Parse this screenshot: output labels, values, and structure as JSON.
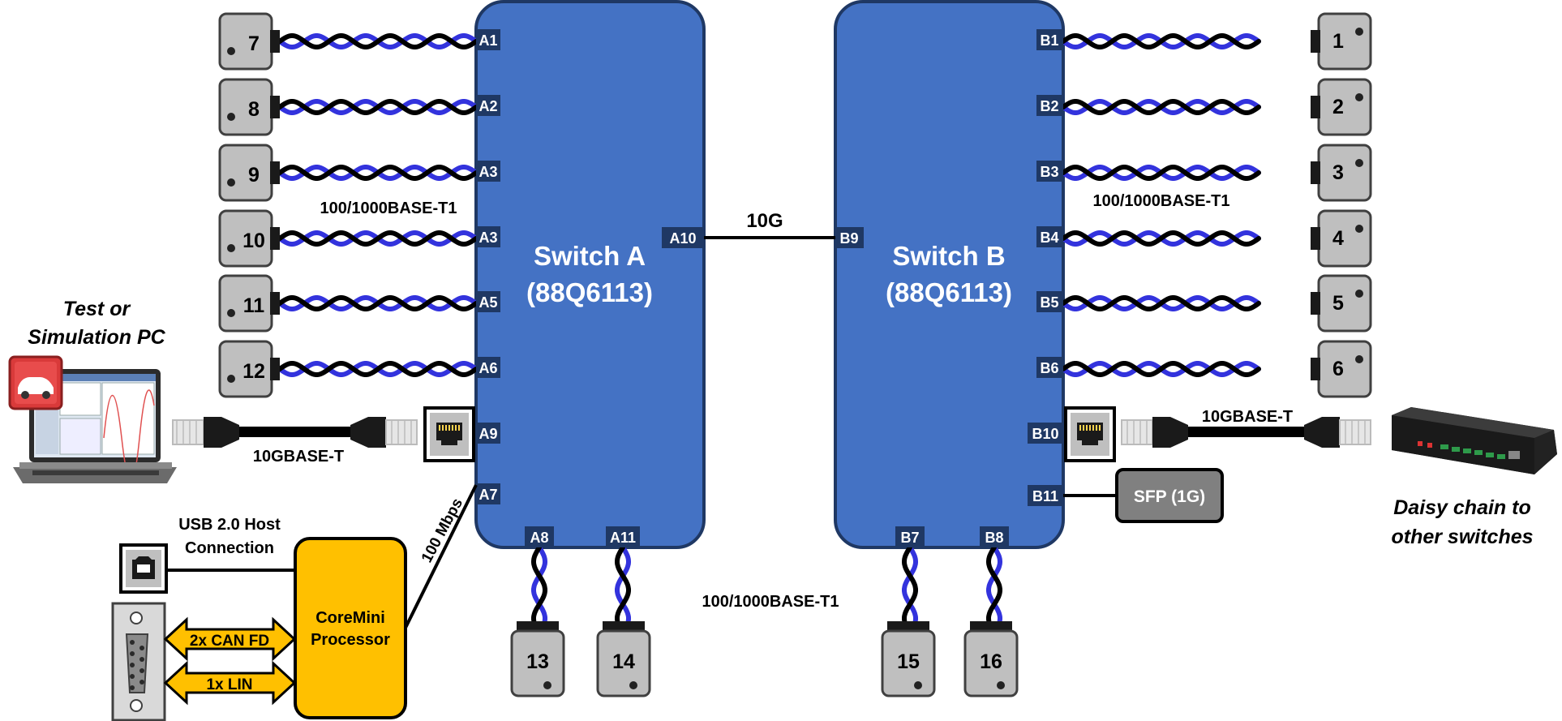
{
  "colors": {
    "switch_fill": "#4472C4",
    "switch_stroke": "#1F3864",
    "port_fill": "#1F3864",
    "port_text": "#FFFFFF",
    "cable_black": "#000000",
    "cable_blue": "#3333DD",
    "connector_fill": "#BFBFBF",
    "connector_dark": "#404040",
    "processor_fill": "#FFC000",
    "arrow_fill": "#FFC000",
    "sfp_fill": "#808080"
  },
  "switch_a": {
    "line1": "Switch A",
    "line2": "(88Q6113)",
    "ports": {
      "a1": "A1",
      "a2": "A2",
      "a3": "A3",
      "a4": "A3",
      "a5": "A5",
      "a6": "A6",
      "a9": "A9",
      "a7": "A7",
      "a10": "A10",
      "a8": "A8",
      "a11": "A11"
    }
  },
  "switch_b": {
    "line1": "Switch B",
    "line2": "(88Q6113)",
    "ports": {
      "b1": "B1",
      "b2": "B2",
      "b3": "B3",
      "b4": "B4",
      "b5": "B5",
      "b6": "B6",
      "b9": "B9",
      "b10": "B10",
      "b11": "B11",
      "b7": "B7",
      "b8": "B8"
    }
  },
  "nodes_left": [
    "7",
    "8",
    "9",
    "10",
    "11",
    "12"
  ],
  "nodes_right": [
    "1",
    "2",
    "3",
    "4",
    "5",
    "6"
  ],
  "nodes_bottom": [
    "13",
    "14",
    "15",
    "16"
  ],
  "labels": {
    "base_t1_left": "100/1000BASE-T1",
    "base_t1_right": "100/1000BASE-T1",
    "base_t1_bottom": "100/1000BASE-T1",
    "link_10g": "10G",
    "tenbaset_left": "10GBASE-T",
    "tenbaset_right": "10GBASE-T",
    "mbps": "100 Mbps",
    "usb_line1": "USB 2.0 Host",
    "usb_line2": "Connection",
    "pc_line1": "Test or",
    "pc_line2": "Simulation PC",
    "daisy_line1": "Daisy chain to",
    "daisy_line2": "other switches",
    "processor_line1": "CoreMini",
    "processor_line2": "Processor",
    "can_fd": "2x CAN FD",
    "lin": "1x LIN",
    "sfp": "SFP (1G)"
  },
  "icons": {
    "pc": "laptop-icon",
    "car_app": "car-app-icon",
    "daisy": "daisy-chain-device-icon",
    "rj45": "rj45-jack-icon",
    "usb": "usb-b-port-icon",
    "db9": "db9-port-icon"
  }
}
